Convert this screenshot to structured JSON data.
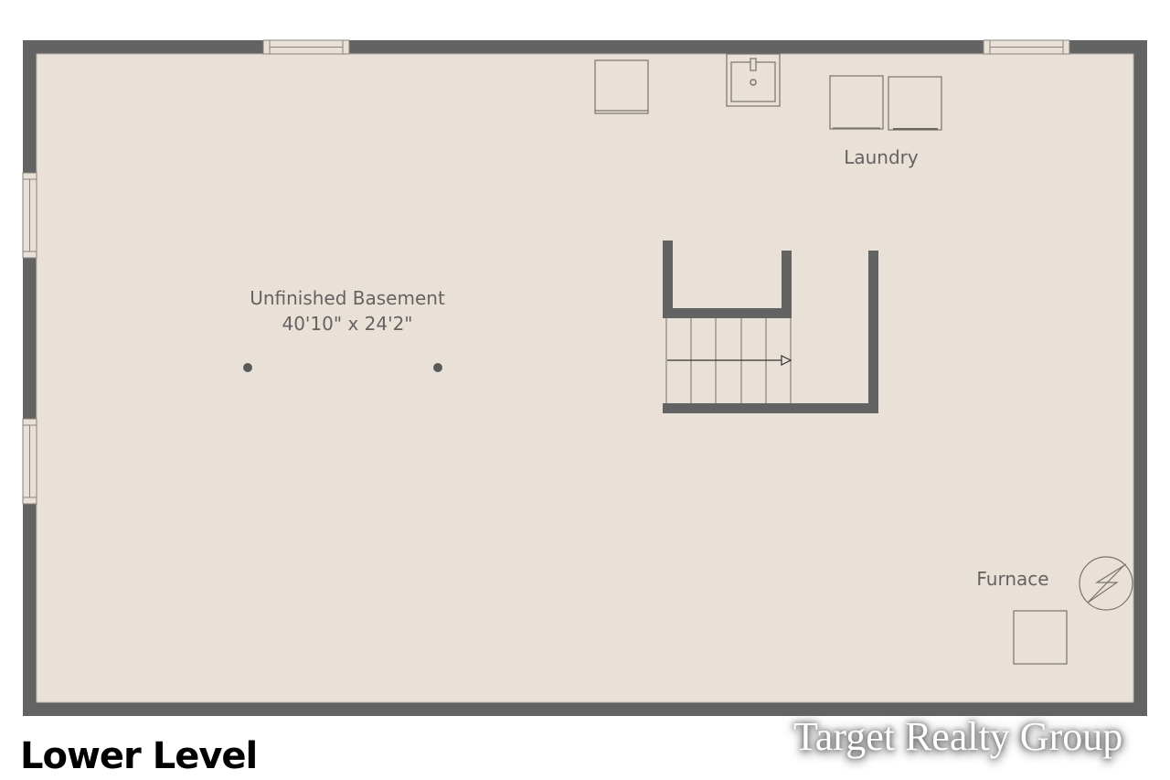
{
  "plan": {
    "level_title": "Lower Level",
    "watermark": "Target Realty Group",
    "colors": {
      "wall": "#636363",
      "floor": "#e9e0d8",
      "fixture_stroke": "#7a7370",
      "label_text": "#666262",
      "background": "#ffffff"
    },
    "rooms": [
      {
        "name": "Unfinished Basement",
        "dimensions": "40'10\" x 24'2\""
      },
      {
        "name": "Laundry"
      },
      {
        "name": "Furnace"
      }
    ],
    "fixtures": [
      {
        "type": "water-heater-icon"
      },
      {
        "type": "utility-sink-icon"
      },
      {
        "type": "washer-icon"
      },
      {
        "type": "dryer-icon"
      },
      {
        "type": "stairs-icon",
        "steps": 5
      },
      {
        "type": "electrical-panel-icon"
      },
      {
        "type": "furnace-icon"
      },
      {
        "type": "support-post-icon",
        "count": 2
      }
    ],
    "windows": [
      {
        "wall": "top",
        "position": "left"
      },
      {
        "wall": "top",
        "position": "right"
      },
      {
        "wall": "left",
        "position": "upper"
      },
      {
        "wall": "left",
        "position": "lower"
      }
    ]
  }
}
